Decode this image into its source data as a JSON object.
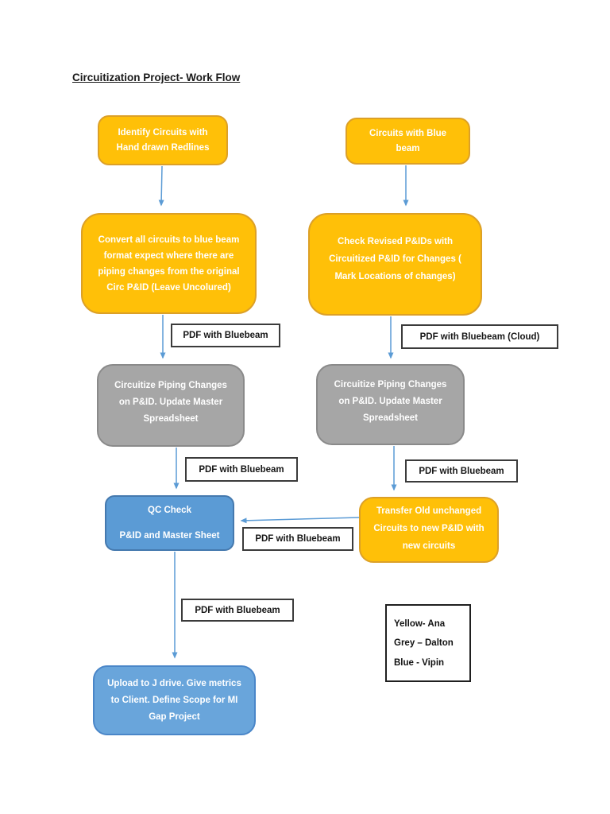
{
  "page": {
    "title": "Circuitization Project- Work Flow"
  },
  "nodes": {
    "identify": {
      "text": [
        "Identify Circuits with",
        "Hand drawn Redlines"
      ],
      "color": "#FFC000"
    },
    "circuits_blue_beam": {
      "text": [
        "Circuits with Blue",
        "beam"
      ],
      "color": "#FFC000"
    },
    "convert": {
      "text": [
        "Convert all circuits to blue beam",
        "format expect where there are",
        "piping changes from the original",
        "Circ P&ID (Leave Uncolured)"
      ],
      "color": "#FFC000"
    },
    "check_revised": {
      "text": [
        "Check Revised P&IDs with",
        "Circuitized P&ID for Changes (",
        "Mark Locations of changes)"
      ],
      "color": "#FFC000"
    },
    "circuitize_left": {
      "text": [
        "Circuitize Piping Changes",
        "on P&ID. Update Master",
        "Spreadsheet"
      ],
      "color": "#A6A6A6"
    },
    "circuitize_right": {
      "text": [
        "Circuitize Piping Changes",
        "on P&ID. Update Master",
        "Spreadsheet"
      ],
      "color": "#A6A6A6"
    },
    "qc_check": {
      "line1": "QC Check",
      "line2": "P&ID and Master Sheet",
      "color": "#5B9BD5"
    },
    "transfer": {
      "text": [
        "Transfer Old unchanged",
        "Circuits to new P&ID with",
        "new circuits"
      ],
      "color": "#FFC000"
    },
    "upload": {
      "text": [
        "Upload to J drive. Give metrics",
        "to Client. Define Scope for MI",
        "Gap Project"
      ],
      "color": "#5B9BD5"
    }
  },
  "edge_labels": {
    "pdf_bluebeam": "PDF with Bluebeam",
    "pdf_bluebeam_cloud": "PDF with Bluebeam (Cloud)"
  },
  "legend": {
    "items": [
      "Yellow- Ana",
      "Grey – Dalton",
      "Blue - Vipin"
    ]
  },
  "colors": {
    "yellow_fill": "#FFC000",
    "yellow_border": "#DCA027",
    "grey_fill": "#A6A6A6",
    "grey_border": "#8A8A8A",
    "blue_fill": "#5B9BD5",
    "blue_border": "#41719C",
    "arrow": "#5B9BD5",
    "label_border": "#3B3B3B"
  }
}
